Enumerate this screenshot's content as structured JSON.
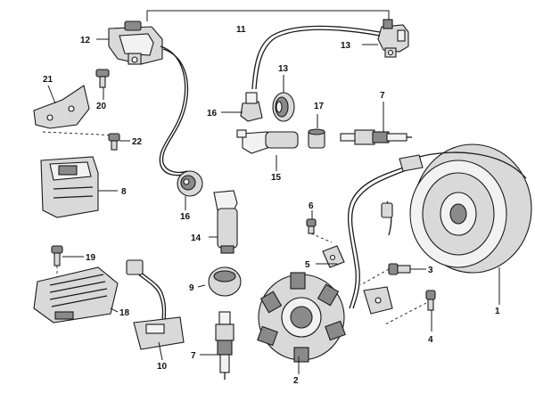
{
  "diagram": {
    "callouts": {
      "c1": "1",
      "c2": "2",
      "c3": "3",
      "c4": "4",
      "c5": "5",
      "c6": "6",
      "c7a": "7",
      "c7b": "7",
      "c8": "8",
      "c9": "9",
      "c10": "10",
      "c11": "11",
      "c12": "12",
      "c13a": "13",
      "c13b": "13",
      "c14": "14",
      "c15": "15",
      "c16a": "16",
      "c16b": "16",
      "c17": "17",
      "c18": "18",
      "c19": "19",
      "c20": "20",
      "c21": "21",
      "c22": "22"
    }
  }
}
